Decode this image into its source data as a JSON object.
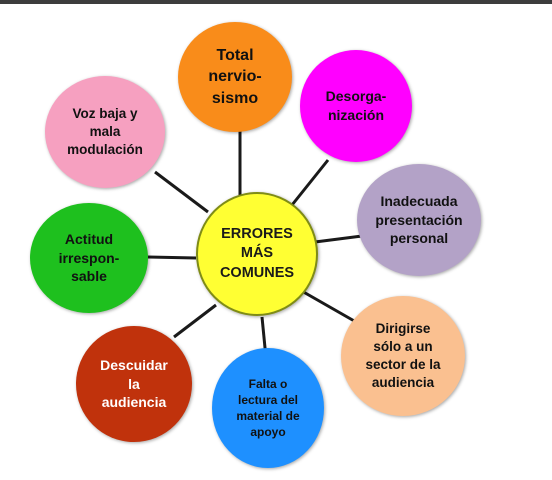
{
  "center": {
    "label": "ERRORES\nMÁS\nCOMUNES",
    "color": "#ffff33",
    "text_color": "#1a1a1a"
  },
  "nodes": [
    {
      "id": "total",
      "label": "Total\nnervio-\nsismo",
      "color": "#f98c1a",
      "text_color": "#111111"
    },
    {
      "id": "desorg",
      "label": "Desorga-\nnización",
      "color": "#ff00ff",
      "text_color": "#111111"
    },
    {
      "id": "inadecuada",
      "label": "Inadecuada\npresentación\npersonal",
      "color": "#b3a2c7",
      "text_color": "#111111"
    },
    {
      "id": "dirigirse",
      "label": "Dirigirse\nsólo a un\nsector de la\naudiencia",
      "color": "#fac090",
      "text_color": "#111111"
    },
    {
      "id": "falta",
      "label": "Falta o\nlectura del\nmaterial de\napoyo",
      "color": "#1e90ff",
      "text_color": "#111111"
    },
    {
      "id": "descuidar",
      "label": "Descuidar\nla\naudiencia",
      "color": "#c0320c",
      "text_color": "#ffffff"
    },
    {
      "id": "actitud",
      "label": "Actitud\nirrespon-\nsable",
      "color": "#1ec01e",
      "text_color": "#111111"
    },
    {
      "id": "voz",
      "label": "Voz baja y\nmala\nmodulación",
      "color": "#f6a0c0",
      "text_color": "#111111"
    }
  ]
}
